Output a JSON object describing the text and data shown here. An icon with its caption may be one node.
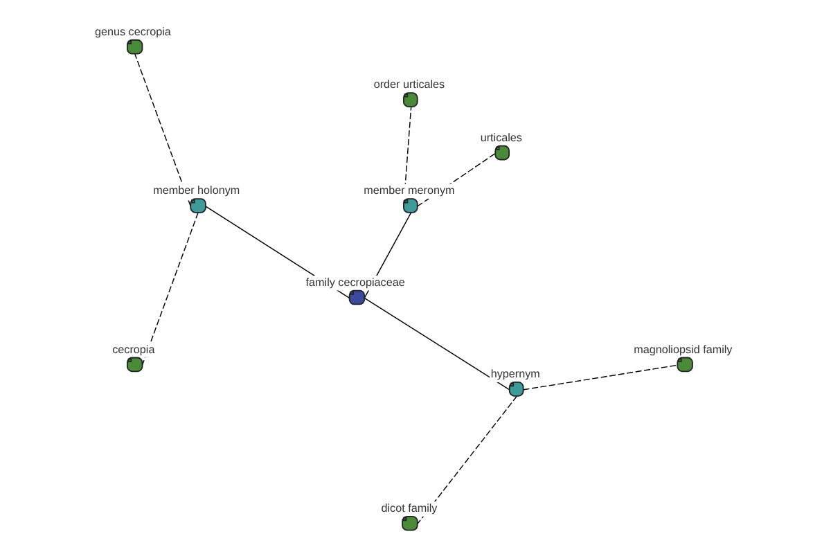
{
  "diagram": {
    "nodes": [
      {
        "text": [
          "urticales"
        ]
      },
      {
        "text": [
          "order urticales"
        ]
      },
      {
        "text": [
          "genus cecropia"
        ]
      },
      {
        "text": [
          "member meronym"
        ]
      },
      {
        "text": [
          "cecropia"
        ]
      },
      {
        "text": [
          "member holonym"
        ]
      },
      {
        "text": [
          "family cecropiaceae"
        ]
      },
      {
        "text": [
          "dicot family"
        ]
      },
      {
        "text": [
          "hypernym"
        ]
      },
      {
        "text": [
          "magnoliopsid family"
        ]
      }
    ],
    "edges": [
      {
        "from": 6,
        "to": 5,
        "arrow": "none"
      },
      {
        "from": 6,
        "to": 3,
        "arrow": "none"
      },
      {
        "from": 6,
        "to": 8,
        "arrow": "none"
      },
      {
        "from": 5,
        "to": 2,
        "arrow": "none",
        "style": "dashed"
      },
      {
        "from": 5,
        "to": 4,
        "arrow": "none",
        "style": "dashed"
      },
      {
        "from": 3,
        "to": 0,
        "arrow": "none",
        "style": "dashed"
      },
      {
        "from": 3,
        "to": 1,
        "arrow": "none",
        "style": "dashed"
      },
      {
        "from": 8,
        "to": 7,
        "arrow": "none",
        "style": "dashed"
      },
      {
        "from": 8,
        "to": 9,
        "arrow": "none",
        "style": "dashed"
      }
    ]
  }
}
